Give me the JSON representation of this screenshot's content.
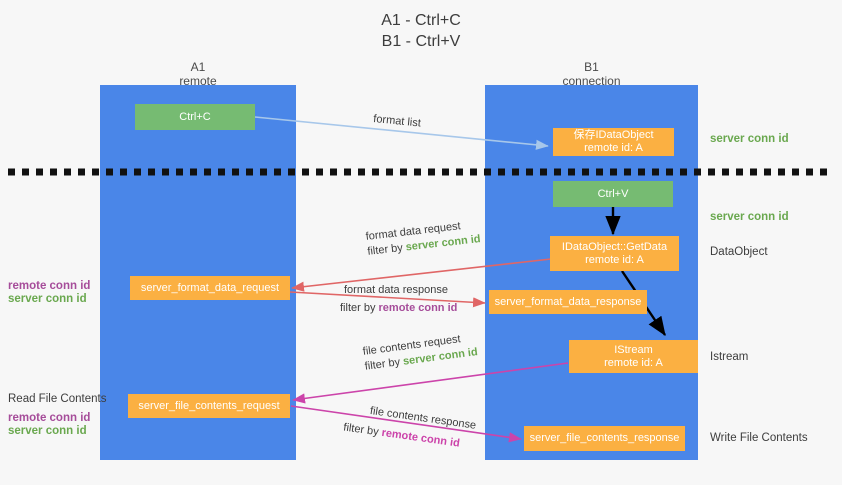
{
  "title": {
    "line1": "A1 - Ctrl+C",
    "line2": "B1 - Ctrl+V"
  },
  "lanes": [
    {
      "name": "A1",
      "sub": "remote",
      "color": "#4a86e8"
    },
    {
      "name": "B1",
      "sub": "connection",
      "color": "#4a86e8"
    }
  ],
  "colors": {
    "lane": "#4a86e8",
    "green_node": "#76bb72",
    "orange_node": "#fbb042",
    "server_conn": "#6aa84f",
    "remote_conn": "#a64d9a",
    "arrow_blue": "#a7c7ea",
    "arrow_red": "#e06666",
    "arrow_magenta": "#cc44aa",
    "arrow_black": "#000000",
    "background": "#f7f7f7"
  },
  "nodes": {
    "ctrl_c": {
      "line1": "Ctrl+C",
      "line2": ""
    },
    "save_idataobject": {
      "line1": "保存IDataObject",
      "line2": "remote id: A"
    },
    "ctrl_v": {
      "line1": "Ctrl+V",
      "line2": ""
    },
    "getdata": {
      "line1": "IDataObject::GetData",
      "line2": "remote id: A"
    },
    "format_data_request": {
      "line1": "server_format_data_request",
      "line2": ""
    },
    "format_data_response": {
      "line1": "server_format_data_response",
      "line2": ""
    },
    "istream": {
      "line1": "IStream",
      "line2": "remote id: A"
    },
    "file_contents_request": {
      "line1": "server_file_contents_request",
      "line2": ""
    },
    "file_contents_response": {
      "line1": "server_file_contents_response",
      "line2": ""
    }
  },
  "right_labels": {
    "server_conn_top": "server conn id",
    "server_conn_mid": "server conn id",
    "dataobject": "DataObject",
    "istream": "Istream",
    "write_file_contents": "Write File Contents"
  },
  "left_labels": {
    "read_file_contents": "Read File Contents",
    "remote_conn_1": "remote conn id",
    "server_conn_1": "server conn id",
    "remote_conn_2": "remote conn id",
    "server_conn_2": "server conn id"
  },
  "arrow_captions": {
    "format_list": "format list",
    "format_data_request": "format data request",
    "format_data_request_filter_prefix": "filter by ",
    "format_data_request_filter_key": "server conn id",
    "format_data_response": "format data response",
    "format_data_response_filter_prefix": "filter by ",
    "format_data_response_filter_key": "remote conn id",
    "file_contents_request": "file contents request",
    "file_contents_request_filter_prefix": "filter by ",
    "file_contents_request_filter_key": "server conn id",
    "file_contents_response": "file contents response",
    "file_contents_response_filter_prefix": "filter by ",
    "file_contents_response_filter_key": "remote conn id"
  }
}
